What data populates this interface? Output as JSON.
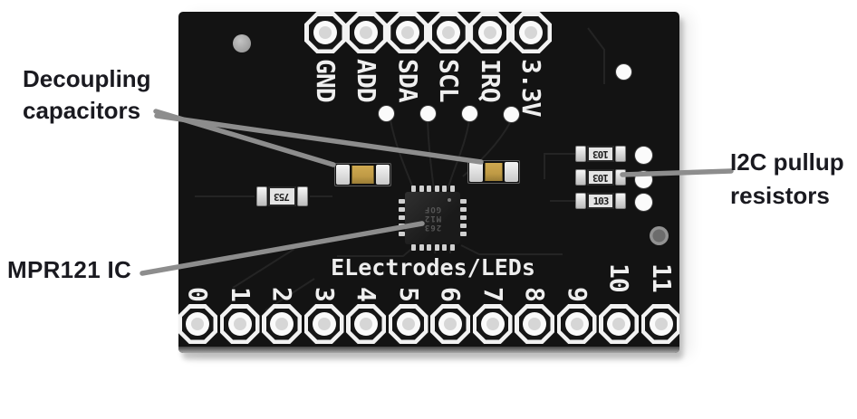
{
  "annotations": {
    "decoupling": {
      "line1": "Decoupling",
      "line2": "capacitors"
    },
    "i2c": {
      "line1": "I2C pullup",
      "line2": "resistors"
    },
    "mpr121": {
      "text": "MPR121 IC"
    }
  },
  "board": {
    "silkscreen_title": "ELectrodes/LEDs",
    "top_pins": [
      "GND",
      "ADD",
      "SDA",
      "SCL",
      "IRQ",
      "3.3V"
    ],
    "bottom_pins": [
      "0",
      "1",
      "2",
      "3",
      "4",
      "5",
      "6",
      "7",
      "8",
      "9",
      "10",
      "11"
    ],
    "ic": {
      "marking": [
        "263",
        "M12",
        "GOF"
      ]
    },
    "left_resistor": {
      "label": "753",
      "flipped": true
    },
    "pullup_resistors": [
      {
        "label": "103",
        "flipped": true
      },
      {
        "label": "103",
        "flipped": true
      },
      {
        "label": "103",
        "flipped": false
      }
    ],
    "decoupling_capacitor_count": 2
  },
  "colors": {
    "background": "#ffffff",
    "board": "#131313",
    "leader_line": "#8d8d8d",
    "silkscreen": "#efefef",
    "annotation_text": "#1a1a20",
    "capacitor_body": "#bf9a45"
  }
}
